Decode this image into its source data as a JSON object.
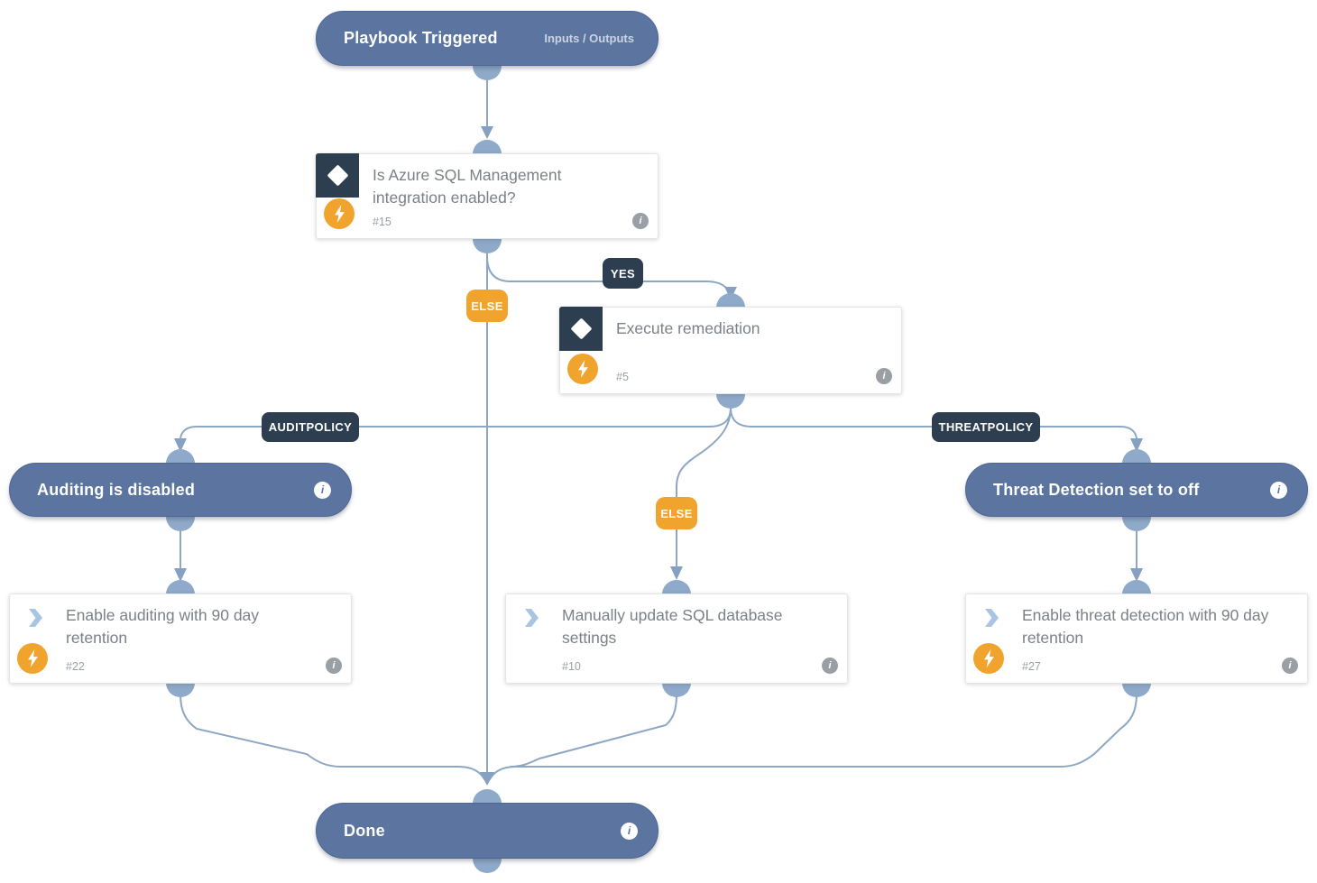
{
  "app": {
    "name": "Playbook work plan diagram"
  },
  "colors": {
    "pill_bg": "#5b74a0",
    "connector_line": "#8ca6c4",
    "connector_dot": "#8ea9c9",
    "dark_label_bg": "#2d3e50",
    "else_label_bg": "#f0a32d",
    "automation_icon_bg": "#f0a32d",
    "card_title_text": "#7b8187",
    "muted_text": "#98a0a6",
    "chevron_icon": "#a9c5e2"
  },
  "nodes": {
    "playbook_triggered": {
      "title": "Playbook Triggered",
      "link_label": "Inputs / Outputs"
    },
    "condition_azure_sql": {
      "title": "Is Azure SQL Management integration enabled?",
      "task_number": "#15"
    },
    "condition_execute_remediation": {
      "title": "Execute remediation",
      "task_number": "#5"
    },
    "section_auditing_disabled": {
      "title": "Auditing is disabled"
    },
    "section_threat_detection_off": {
      "title": "Threat Detection set to off"
    },
    "task_enable_auditing": {
      "title": "Enable auditing with 90 day retention",
      "task_number": "#22"
    },
    "task_manual_update_sql": {
      "title": "Manually update SQL database settings",
      "task_number": "#10"
    },
    "task_enable_threat_detection": {
      "title": "Enable threat detection with 90 day retention",
      "task_number": "#27"
    },
    "done": {
      "title": "Done"
    }
  },
  "edge_labels": {
    "yes": "YES",
    "else_integration": "ELSE",
    "auditpolicy": "AUDITPOLICY",
    "threatpolicy": "THREATPOLICY",
    "else_remediation": "ELSE"
  },
  "icons": {
    "info_glyph": "i",
    "condition": "diamond-icon",
    "task": "chevron-icon",
    "automation": "lightning-icon"
  }
}
